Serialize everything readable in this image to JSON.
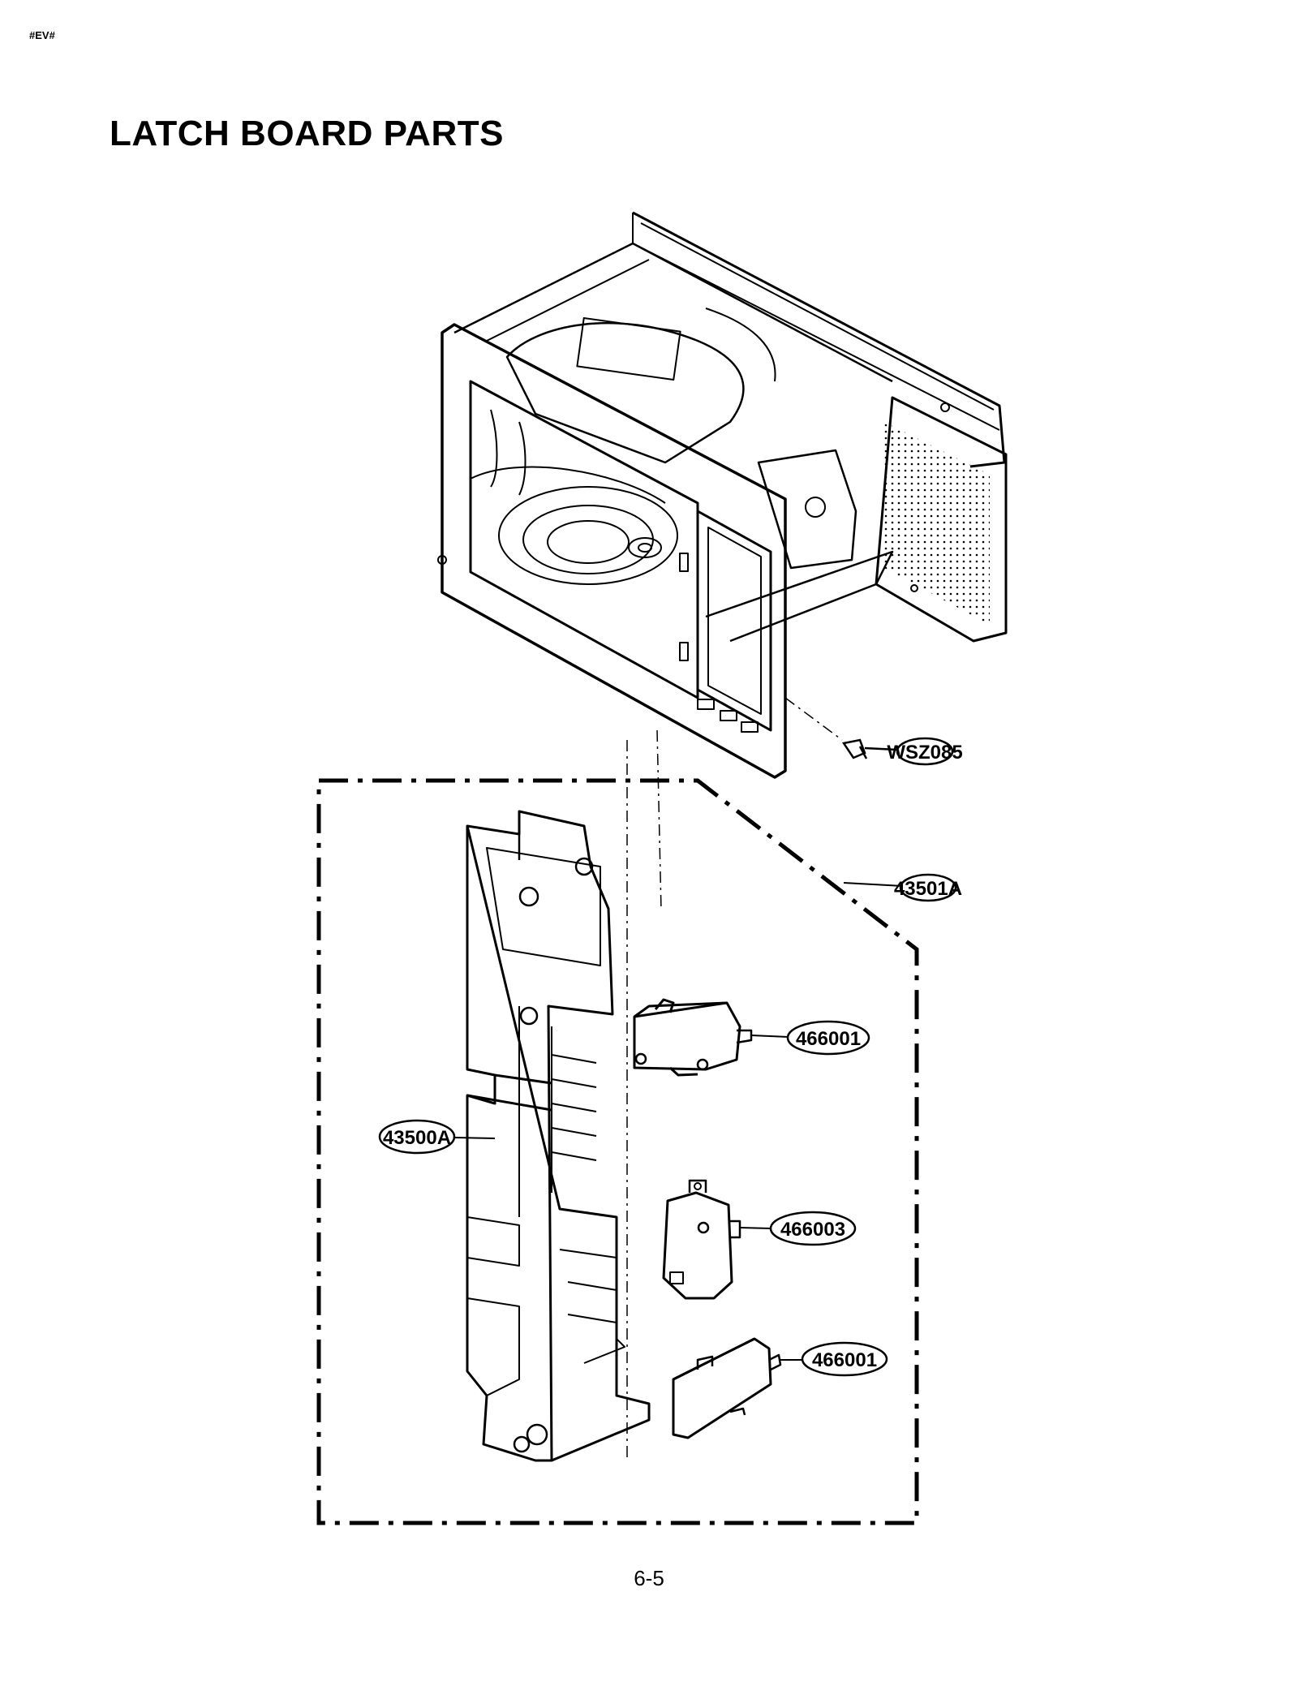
{
  "header": {
    "doc_id": "#EV#",
    "title": "LATCH BOARD PARTS"
  },
  "parts": {
    "screw": "WSZ085",
    "assembly": "43501A",
    "latch_board": "43500A",
    "switch_top": "466001",
    "switch_middle": "466003",
    "switch_bottom": "466001"
  },
  "footer": {
    "page_number": "6-5"
  }
}
